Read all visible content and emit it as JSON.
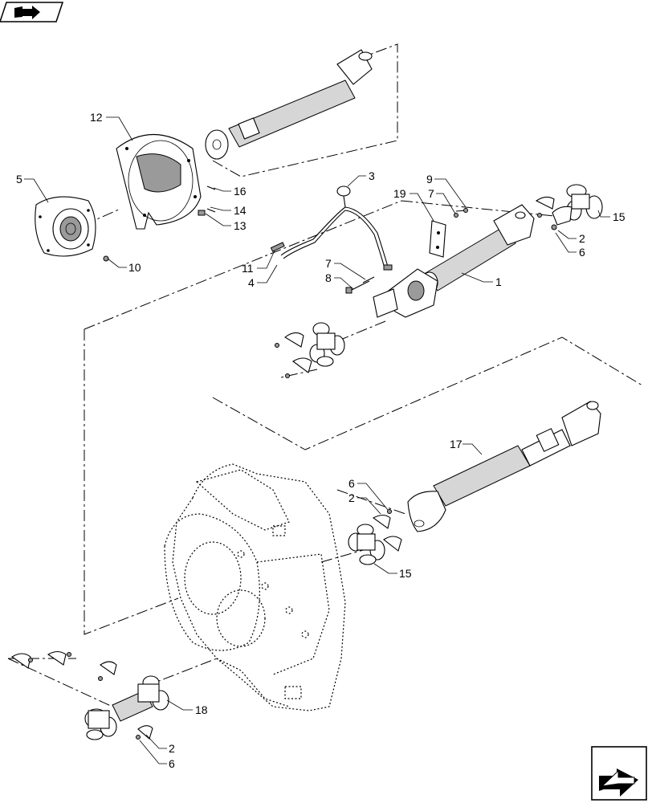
{
  "diagram": {
    "callouts": [
      {
        "id": "c12",
        "text": "12"
      },
      {
        "id": "c5",
        "text": "5"
      },
      {
        "id": "c10",
        "text": "10"
      },
      {
        "id": "c16",
        "text": "16"
      },
      {
        "id": "c14",
        "text": "14"
      },
      {
        "id": "c13",
        "text": "13"
      },
      {
        "id": "c3",
        "text": "3"
      },
      {
        "id": "c9",
        "text": "9"
      },
      {
        "id": "c19",
        "text": "19"
      },
      {
        "id": "c7a",
        "text": "7"
      },
      {
        "id": "c15a",
        "text": "15"
      },
      {
        "id": "c2a",
        "text": "2"
      },
      {
        "id": "c6a",
        "text": "6"
      },
      {
        "id": "c11",
        "text": "11"
      },
      {
        "id": "c4",
        "text": "4"
      },
      {
        "id": "c7b",
        "text": "7"
      },
      {
        "id": "c8",
        "text": "8"
      },
      {
        "id": "c1",
        "text": "1"
      },
      {
        "id": "c17",
        "text": "17"
      },
      {
        "id": "c6b",
        "text": "6"
      },
      {
        "id": "c2b",
        "text": "2"
      },
      {
        "id": "c15b",
        "text": "15"
      },
      {
        "id": "c18",
        "text": "18"
      },
      {
        "id": "c2c",
        "text": "2"
      },
      {
        "id": "c6c",
        "text": "6"
      }
    ],
    "icons": {
      "top_left": "book-arrow-icon",
      "bottom_right": "next-page-arrow-icon"
    }
  }
}
